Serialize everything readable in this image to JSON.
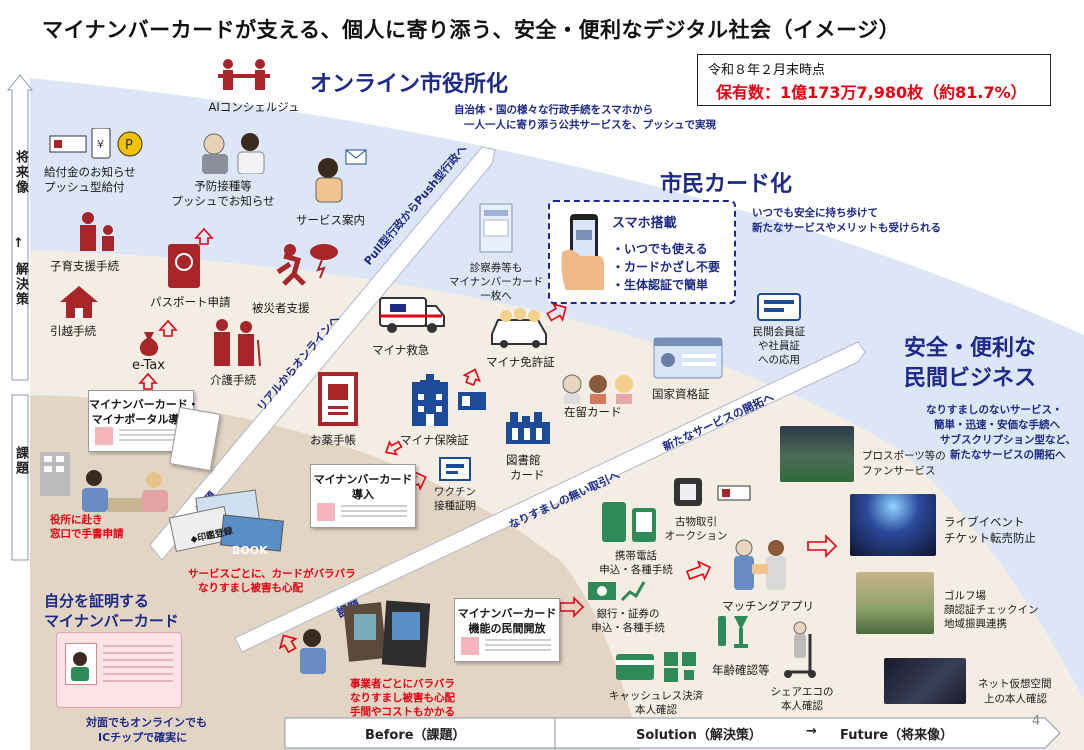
{
  "title": "マイナンバーカードが支える、個人に寄り添う、安全・便利なデジタル社会（イメージ）",
  "stats": {
    "date": "令和８年２月末時点",
    "count": "保有数：1億173万7,980枚（約81.7%）"
  },
  "left_axis": {
    "future": "将来像",
    "arrow": "↑",
    "solution": "解決策",
    "issue": "課題"
  },
  "bottom_axis": {
    "before": "Before（課題）",
    "solution": "Solution（解決策）",
    "arrow": "→",
    "future": "Future（将来像）"
  },
  "page_number": "4",
  "sections": {
    "online_city": {
      "heading": "オンライン市役所化",
      "desc1": "自治体・国の様々な行政手続をスマホから",
      "desc2": "一人一人に寄り添う公共サービスを、プッシュで実現"
    },
    "citizen_card": {
      "heading": "市民カード化",
      "desc1": "いつでも安全に持ち歩けて",
      "desc2": "新たなサービスやメリットも受けられる"
    },
    "private_biz": {
      "heading1": "安全・便利な",
      "heading2": "民間ビジネス",
      "desc1": "なりすましのないサービス・",
      "desc2": "簡単・迅速・安価な手続へ",
      "desc3": "サブスクリプション型など、",
      "desc4": "新たなサービスの開拓へ"
    },
    "self_proof": {
      "heading1": "自分を証明する",
      "heading2": "マイナンバーカード",
      "desc1": "対面でもオンラインでも",
      "desc2": "ICチップで確実に"
    }
  },
  "diagonals": {
    "push": "Pull型行政からPush型行政へ",
    "online": "リアルからオンラインへ",
    "new_service": "新たなサービスの開拓へ",
    "no_spoof": "なりすましの無い取引へ",
    "issue1": "課題",
    "issue2": "課題"
  },
  "items": {
    "ai": "AIコンシェルジュ",
    "benefit1": "給付金のお知らせ",
    "benefit2": "プッシュ型給付",
    "vaccine1": "予防接種等",
    "vaccine2": "プッシュでお知らせ",
    "service_guide": "サービス案内",
    "childcare": "子育支援手続",
    "moving": "引越手続",
    "passport": "パスポート申請",
    "etax": "e-Tax",
    "disaster": "被災者支援",
    "care": "介護手続",
    "portal1": "マイナンバーカード・",
    "portal2": "マイナポータル導入",
    "counter1": "役所に赴き",
    "counter2": "窓口で手書申請",
    "cards_issue1": "サービスごとに、カードがバラバラ",
    "cards_issue2": "なりすまし被害も心配",
    "clinic1": "診察券等も",
    "clinic2": "マイナンバーカード",
    "clinic3": "一枚へ",
    "ambulance": "マイナ救急",
    "license": "マイナ免許証",
    "medicine": "お薬手帳",
    "insurance": "マイナ保険証",
    "card_intro1": "マイナンバーカード",
    "card_intro2": "導入",
    "vaccine_cert1": "ワクチン",
    "vaccine_cert2": "接種証明",
    "library1": "図書館",
    "library2": "カード",
    "residence": "在留カード",
    "national_cert": "国家資格証",
    "member1": "民間会員証",
    "member2": "や社員証",
    "member3": "への応用",
    "smartphone": "スマホ搭載",
    "smart_b1": "・いつでも使える",
    "smart_b2": "・カードかざし不要",
    "smart_b3": "・生体認証で簡単",
    "mobile1": "携帯電話",
    "mobile2": "申込・各種手続",
    "used1": "古物取引",
    "used2": "オークション",
    "bank1": "銀行・証券の",
    "bank2": "申込・各種手続",
    "matching": "マッチングアプリ",
    "age": "年齢確認等",
    "cashless1": "キャッシュレス決済",
    "cashless2": "本人確認",
    "share1": "シェアエコの",
    "share2": "本人確認",
    "private_open1": "マイナンバーカード",
    "private_open2": "機能の民間開放",
    "biz_issue1": "事業者ごとにバラバラ",
    "biz_issue2": "なりすまし被害も心配",
    "biz_issue3": "手間やコストもかかる",
    "sports1": "プロスポーツ等の",
    "sports2": "ファンサービス",
    "live1": "ライブイベント",
    "live2": "チケット転売防止",
    "golf1": "ゴルフ場",
    "golf2": "顔認証チェックイン",
    "golf3": "地域振興連携",
    "metaverse1": "ネット仮想空間",
    "metaverse2": "上の本人確認",
    "book": "BOOK",
    "pass_mark": "◆印鑑登録"
  },
  "colors": {
    "accent_navy": "#1d2a86",
    "red": "#e60012",
    "band_blue": "#dde6f6",
    "band_beige": "#f4ede4",
    "band_tan": "#e3d5c4",
    "icon_red": "#a8262a",
    "icon_navy": "#1d4b9a",
    "icon_green": "#2e8b57"
  }
}
